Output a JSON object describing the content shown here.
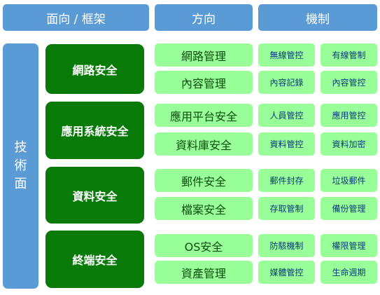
{
  "headers": {
    "aspect": "面向 / 框架",
    "direction": "方向",
    "mechanism": "機制"
  },
  "side_label": [
    "技",
    "術",
    "面"
  ],
  "areas": [
    {
      "name": "網路安全",
      "directions": [
        {
          "name": "網路管理",
          "mechanisms": [
            "無線管控",
            "有線管制"
          ]
        },
        {
          "name": "內容管理",
          "mechanisms": [
            "內容記錄",
            "內容管控"
          ]
        }
      ]
    },
    {
      "name": "應用系統安全",
      "directions": [
        {
          "name": "應用平台安全",
          "mechanisms": [
            "人員管控",
            "應用管控"
          ]
        },
        {
          "name": "資料庫安全",
          "mechanisms": [
            "資料管控",
            "資料加密"
          ]
        }
      ]
    },
    {
      "name": "資料安全",
      "directions": [
        {
          "name": "郵件安全",
          "mechanisms": [
            "郵件封存",
            "垃圾郵件"
          ]
        },
        {
          "name": "檔案安全",
          "mechanisms": [
            "存取管制",
            "備份管理"
          ]
        }
      ]
    },
    {
      "name": "終端安全",
      "directions": [
        {
          "name": "OS安全",
          "mechanisms": [
            "防駭機制",
            "權限管理"
          ]
        },
        {
          "name": "資產管理",
          "mechanisms": [
            "媒體管控",
            "生命週期"
          ]
        }
      ]
    }
  ],
  "colors": {
    "header_bg": "#5b9bd5",
    "area_bg": "#087a08",
    "light_green": "#99ff99"
  }
}
